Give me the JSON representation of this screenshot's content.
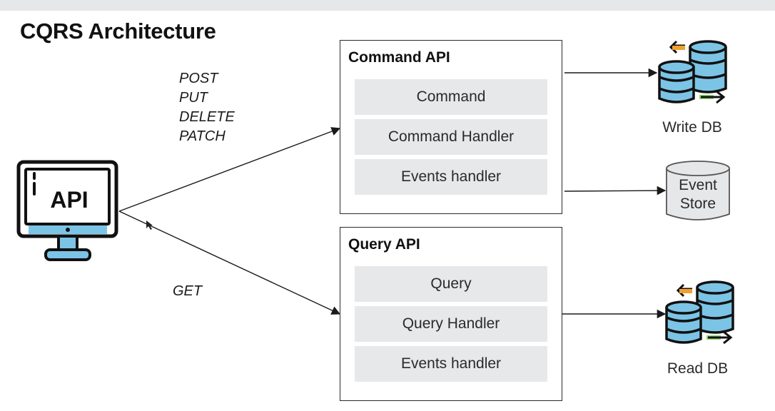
{
  "title": "CQRS Architecture",
  "client": {
    "icon": "api-monitor-icon",
    "screen_text": "API"
  },
  "write_methods": [
    "POST",
    "PUT",
    "DELETE",
    "PATCH"
  ],
  "read_methods": [
    "GET"
  ],
  "command_api": {
    "title": "Command API",
    "items": [
      "Command",
      "Command Handler",
      "Events handler"
    ]
  },
  "query_api": {
    "title": "Query API",
    "items": [
      "Query",
      "Query Handler",
      "Events handler"
    ]
  },
  "stores": {
    "write_db": {
      "label": "Write DB",
      "icon": "database-sync-icon"
    },
    "event_store": {
      "line1": "Event",
      "line2": "Store",
      "icon": "cylinder-icon"
    },
    "read_db": {
      "label": "Read DB",
      "icon": "database-sync-icon"
    }
  },
  "colors": {
    "db_blue": "#7cc4e6",
    "outline": "#111111",
    "arrow_orange": "#f0a030",
    "arrow_green": "#8fd66a",
    "slot_gray": "#e7e8e9"
  }
}
